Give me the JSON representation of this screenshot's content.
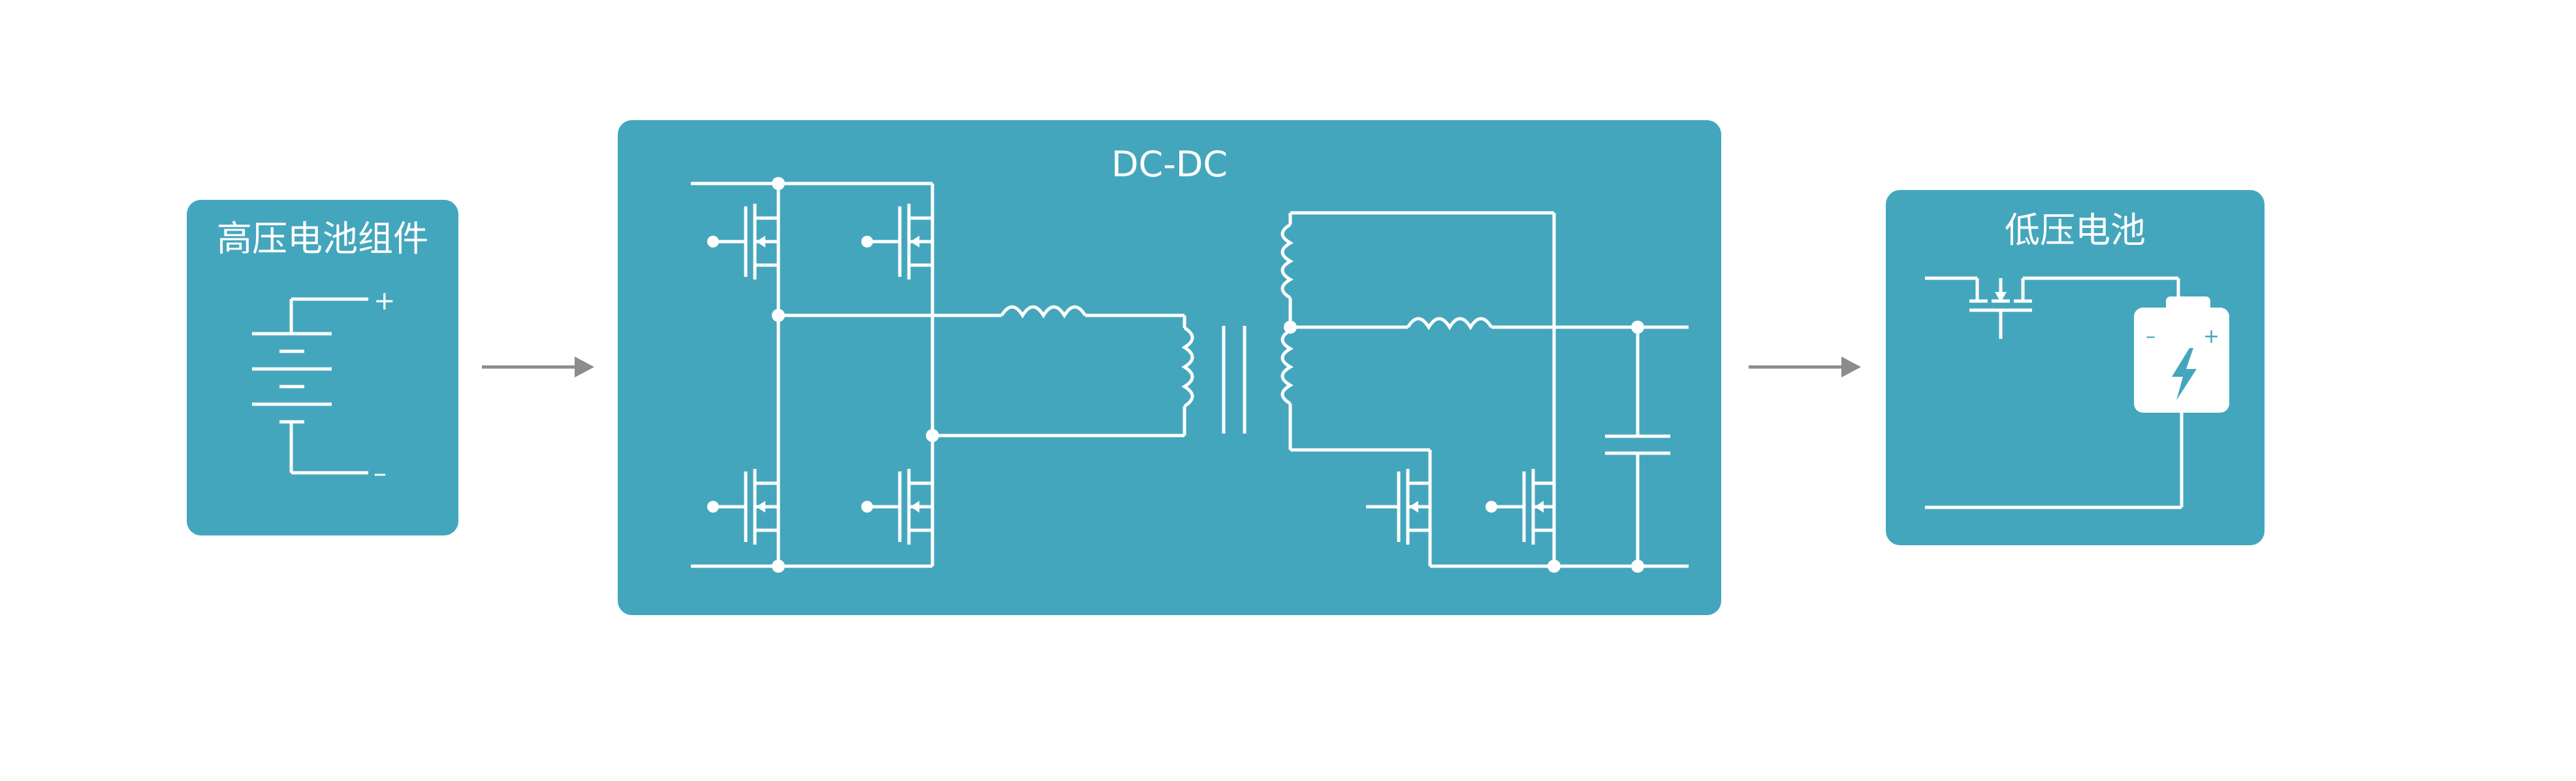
{
  "blocks": {
    "high_voltage_battery": {
      "title": "高压电池组件",
      "plus": "+",
      "minus": "–"
    },
    "dcdc": {
      "title": "DC-DC"
    },
    "low_voltage_battery": {
      "title": "低压电池",
      "minus": "–",
      "plus": "+"
    }
  },
  "colors": {
    "panel": "#44a6bc",
    "line": "#ffffff",
    "arrow": "#8c8c8c",
    "bolt": "#44a6bc"
  },
  "icons": [
    "battery-stack-icon",
    "arrow-right-icon",
    "mosfet-icon",
    "inductor-icon",
    "transformer-icon",
    "capacitor-icon",
    "battery-bolt-icon"
  ]
}
